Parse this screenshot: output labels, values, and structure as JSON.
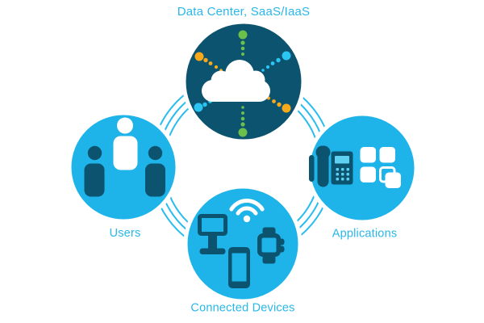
{
  "diagram": {
    "description": "Four-node ring topology: data center cloud hub connected to users, applications and connected devices",
    "nodes": [
      {
        "id": "data-center",
        "label": "Data Center, SaaS/IaaS",
        "variant": "dark",
        "icons": [
          "cloud-icon",
          "radiating-dots"
        ]
      },
      {
        "id": "users",
        "label": "Users",
        "variant": "light",
        "icons": [
          "people-group-icon"
        ]
      },
      {
        "id": "applications",
        "label": "Applications",
        "variant": "light",
        "icons": [
          "desk-phone-icon",
          "app-grid-icon"
        ]
      },
      {
        "id": "connected-devices",
        "label": "Connected Devices",
        "variant": "light",
        "icons": [
          "wifi-icon",
          "monitor-icon",
          "smartphone-icon",
          "smartwatch-icon"
        ]
      }
    ],
    "colors": {
      "background": "#FFFFFF",
      "dark_circle": "#0B536F",
      "light_circle": "#1FB4E9",
      "label_text": "#29B7E9",
      "ring_stroke": "#29BCEE",
      "dot_green": "#6CC04A",
      "dot_orange": "#F7A81B",
      "dot_cyan": "#2BC5F4",
      "icon_on_light": "#0B536F",
      "icon_on_dark": "#FFFFFF",
      "phone_screen": "#5ED0F2"
    }
  }
}
